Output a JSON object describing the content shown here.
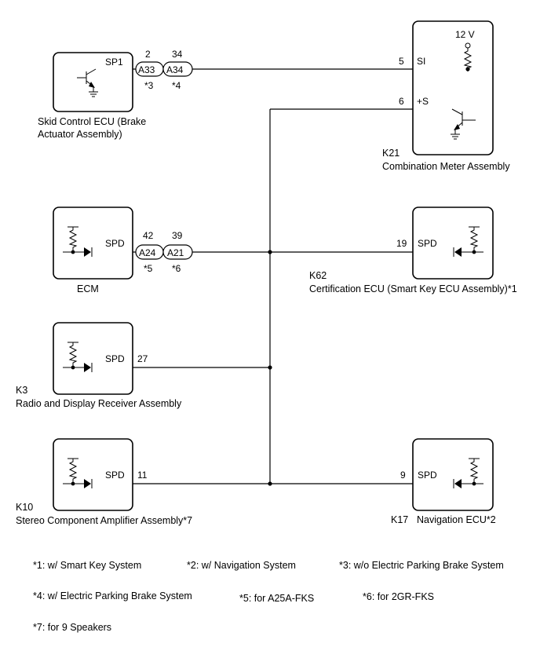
{
  "components": {
    "skid": {
      "name_line1": "Skid Control ECU (Brake",
      "name_line2": "Actuator Assembly)",
      "terminal": "SP1"
    },
    "meter": {
      "code": "K21",
      "name": "Combination Meter Assembly",
      "voltage": "12 V",
      "si_pin": "5",
      "si_label": "SI",
      "s_pin": "6",
      "s_label": "+S"
    },
    "ecm": {
      "name": "ECM",
      "terminal": "SPD"
    },
    "cert": {
      "code": "K62",
      "name": "Certification ECU (Smart Key ECU Assembly)*1",
      "pin": "19",
      "terminal": "SPD"
    },
    "radio": {
      "code": "K3",
      "name": "Radio and Display Receiver Assembly",
      "pin": "27",
      "terminal": "SPD"
    },
    "amp": {
      "code": "K10",
      "name": "Stereo Component Amplifier Assembly*7",
      "pin": "11",
      "terminal": "SPD"
    },
    "nav": {
      "code": "K17",
      "name": "Navigation ECU*2",
      "pin": "9",
      "terminal": "SPD"
    }
  },
  "connectors": {
    "a33": {
      "label": "A33",
      "pin": "2",
      "note": "*3"
    },
    "a34": {
      "label": "A34",
      "pin": "34",
      "note": "*4"
    },
    "a24": {
      "label": "A24",
      "pin": "42",
      "note": "*5"
    },
    "a21": {
      "label": "A21",
      "pin": "39",
      "note": "*6"
    }
  },
  "footnotes": [
    "*1: w/ Smart Key System",
    "*2: w/ Navigation System",
    "*3: w/o Electric Parking Brake System",
    "*4: w/ Electric Parking Brake System",
    "*5: for A25A-FKS",
    "*6: for 2GR-FKS",
    "*7: for 9 Speakers"
  ]
}
